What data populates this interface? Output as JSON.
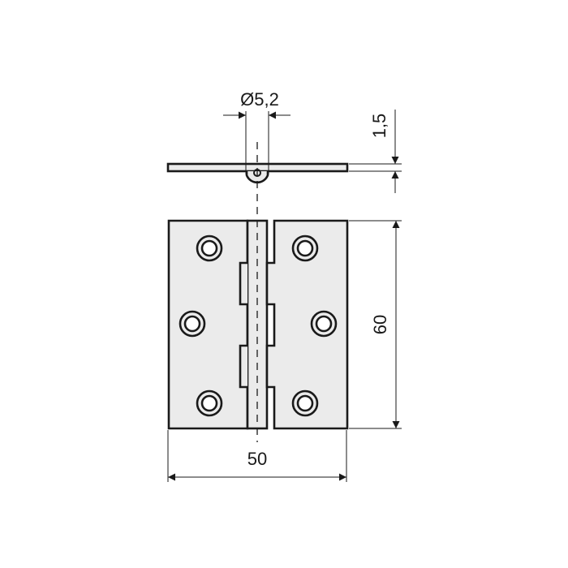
{
  "drawing": {
    "title": "Butt hinge technical drawing",
    "dimensions": {
      "pin_diameter": "Ø5,2",
      "thickness": "1,5",
      "height": "60",
      "width": "50"
    },
    "colors": {
      "line": "#1a1a1a",
      "fill": "#ebebeb",
      "background": "#ffffff"
    },
    "screw_holes_per_leaf": 3,
    "views": [
      "top view",
      "front view"
    ]
  }
}
